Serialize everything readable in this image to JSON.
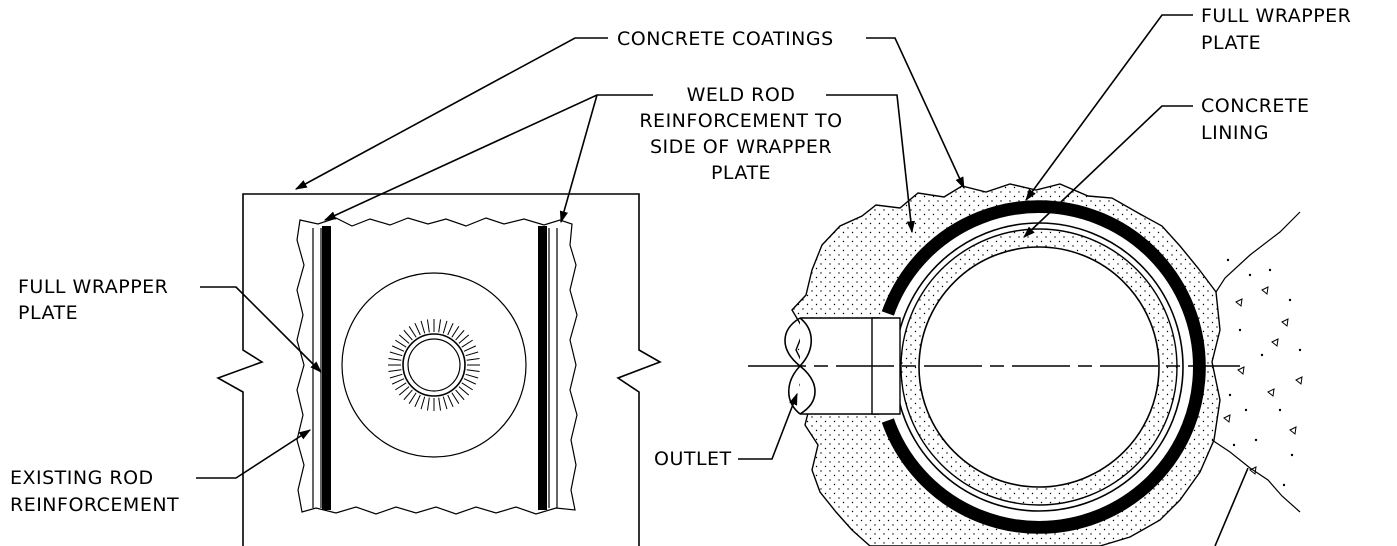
{
  "labels": {
    "concrete_coatings": "CONCRETE COATINGS",
    "weld_rod": [
      "WELD ROD",
      "REINFORCEMENT TO",
      "SIDE OF WRAPPER",
      "PLATE"
    ],
    "full_wrapper_left": [
      "FULL WRAPPER",
      "PLATE"
    ],
    "existing_rod": [
      "EXISTING ROD",
      "REINFORCEMENT"
    ],
    "full_wrapper_right": [
      "FULL WRAPPER",
      "PLATE"
    ],
    "concrete_lining": [
      "CONCRETE",
      "LINING"
    ],
    "outlet": "OUTLET"
  }
}
